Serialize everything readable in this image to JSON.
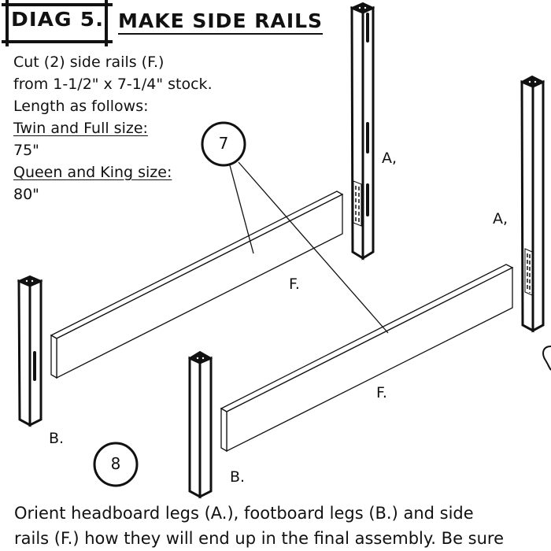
{
  "header": {
    "diagram_number": "DIAG 5.",
    "title": "MAKE SIDE RAILS"
  },
  "instructions": {
    "lines": [
      "Cut (2) side rails (F.)",
      "from 1-1/2\" x 7-1/4\" stock.",
      "Length as follows:"
    ],
    "sizes": [
      {
        "label": "Twin and Full size:",
        "length": "75\""
      },
      {
        "label": "Queen and King size:",
        "length": "80\""
      }
    ]
  },
  "parts": {
    "headboard_leg_label": "A,",
    "footboard_leg_label": "B.",
    "side_rail_label": "F."
  },
  "callouts": {
    "step_7": "7",
    "step_8": "8"
  },
  "footer": {
    "lines": [
      "Orient headboard legs (A.), footboard legs (B.) and side",
      "rails (F.) how they will end up in the final assembly. Be sure"
    ]
  },
  "colors": {
    "ink": "#111111",
    "paper": "#ffffff"
  }
}
